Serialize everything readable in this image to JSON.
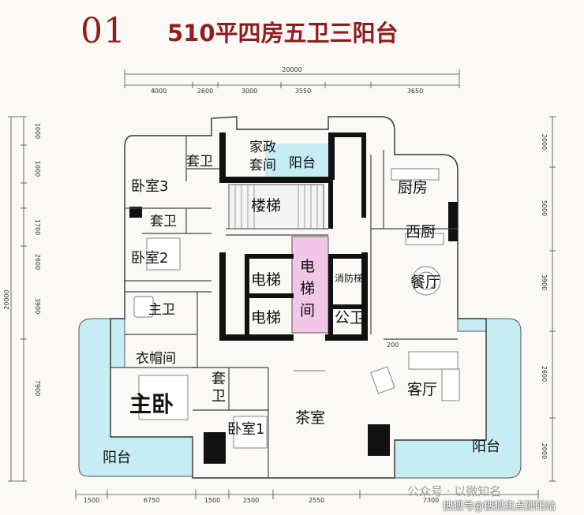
{
  "header": {
    "number": "01",
    "title": "510平四房五卫三阳台"
  },
  "dimensions": {
    "top_total": "20000",
    "top": [
      "4000",
      "2600",
      "3000",
      "3550",
      "3650"
    ],
    "bottom": [
      "1500",
      "6750",
      "1500",
      "2500",
      "2550",
      "7300"
    ],
    "left_total": "20000",
    "left": [
      "1000",
      "1000",
      "1700",
      "2600",
      "3900",
      "7900"
    ],
    "right": [
      "2000",
      "5000",
      "3900",
      "2600",
      "2000"
    ],
    "inner": "200"
  },
  "rooms": {
    "housekeeping": "家政",
    "housekeeping2": "套间",
    "balcony_n": "阳台",
    "suite_bath_top": "套卫",
    "bedroom3": "卧室3",
    "stairs": "楼梯",
    "kitchen": "厨房",
    "suite_bath_mid": "套卫",
    "western_kitchen": "西厨",
    "bedroom2": "卧室2",
    "elevator1": "电梯",
    "elevator_hall_1": "电",
    "elevator_hall_2": "梯",
    "elevator_hall_3": "间",
    "fire_elevator": "消防梯",
    "dining": "餐厅",
    "master_bath": "主卫",
    "elevator2": "电梯",
    "public_bath": "公卫",
    "closet": "衣帽间",
    "suite_bath_low_1": "套",
    "suite_bath_low_2": "卫",
    "living": "客厅",
    "master_bedroom": "主卧",
    "bedroom1": "卧室1",
    "tea_room": "茶室",
    "balcony_sw": "阳台",
    "balcony_se": "阳台"
  },
  "watermark": {
    "line1": "公众号 · 以微知名",
    "line2": "搜狐号@搜狐焦点邵阳站"
  },
  "colors": {
    "title": "#8f1d1d",
    "balcony": "#c6ecf4",
    "elevator_hall": "#f2c6e6",
    "wall": "#111111"
  }
}
